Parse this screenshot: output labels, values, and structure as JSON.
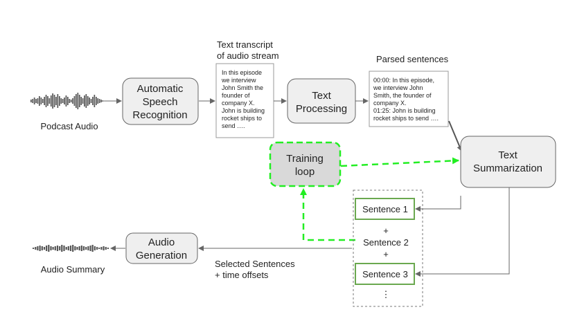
{
  "nodes": {
    "asr": {
      "line1": "Automatic",
      "line2": "Speech",
      "line3": "Recognition"
    },
    "text_processing": {
      "line1": "Text",
      "line2": "Processing"
    },
    "text_summarization": {
      "line1": "Text",
      "line2": "Summarization"
    },
    "training_loop": {
      "line1": "Training",
      "line2": "loop"
    },
    "audio_generation": {
      "line1": "Audio",
      "line2": "Generation"
    }
  },
  "labels": {
    "podcast_audio": "Podcast Audio",
    "audio_summary": "Audio Summary",
    "transcript_title_1": "Text transcript",
    "transcript_title_2": "of audio stream",
    "parsed_title": "Parsed sentences",
    "selected_1": "Selected Sentences",
    "selected_2": "+ time offsets"
  },
  "transcript_doc": {
    "lines": [
      "In this episode",
      "we interview",
      "John Smith the",
      "founder of",
      "company X.",
      "John is building",
      "rocket ships to",
      "send …."
    ]
  },
  "parsed_doc": {
    "lines": [
      "00:00: In this episode,",
      "we interview John",
      "Smith, the founder of",
      "company X.",
      "01:25: John is building",
      "rocket ships to send …."
    ]
  },
  "sentences": {
    "s1": "Sentence 1",
    "plus1": "+",
    "s2": "Sentence 2",
    "plus2": "+",
    "s3": "Sentence 3",
    "more": "⋮"
  },
  "colors": {
    "node_fill": "#efefef",
    "node_stroke": "#666666",
    "training_fill": "#d9d9d9",
    "training_stroke": "#22ee22",
    "sentence_stroke": "#6aa84f",
    "arrow": "#666666"
  }
}
